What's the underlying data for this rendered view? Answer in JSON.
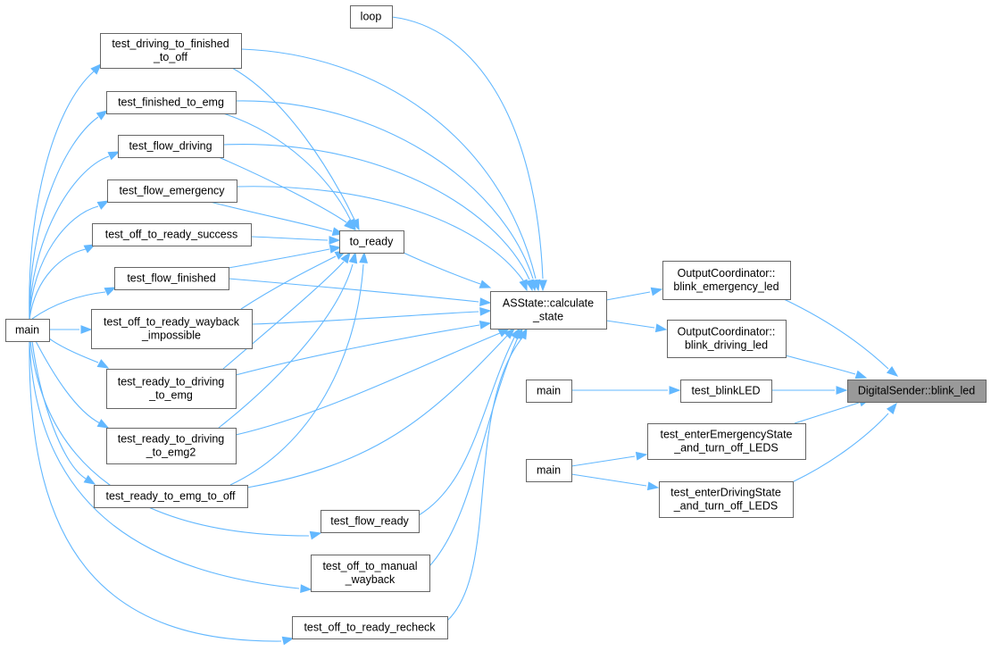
{
  "graph": {
    "root": "DigitalSender::blink_led",
    "colors": {
      "edge": "#63b8ff",
      "node_border": "#666666",
      "root_fill": "#999999",
      "node_fill": "#ffffff"
    },
    "nodes": [
      {
        "id": "loop",
        "lines": [
          "loop"
        ]
      },
      {
        "id": "t_drv_fin_off",
        "lines": [
          "test_driving_to_finished",
          "_to_off"
        ]
      },
      {
        "id": "t_fin_emg",
        "lines": [
          "test_finished_to_emg"
        ]
      },
      {
        "id": "t_flow_drv",
        "lines": [
          "test_flow_driving"
        ]
      },
      {
        "id": "t_flow_emg",
        "lines": [
          "test_flow_emergency"
        ]
      },
      {
        "id": "t_off_ready_succ",
        "lines": [
          "test_off_to_ready_success"
        ]
      },
      {
        "id": "to_ready",
        "lines": [
          "to_ready"
        ]
      },
      {
        "id": "t_flow_fin",
        "lines": [
          "test_flow_finished"
        ]
      },
      {
        "id": "main_left",
        "lines": [
          "main"
        ]
      },
      {
        "id": "t_off_ready_wb",
        "lines": [
          "test_off_to_ready_wayback",
          "_impossible"
        ]
      },
      {
        "id": "asstate",
        "lines": [
          "ASState::calculate",
          "_state"
        ]
      },
      {
        "id": "t_rdy_drv_emg",
        "lines": [
          "test_ready_to_driving",
          "_to_emg"
        ]
      },
      {
        "id": "t_rdy_drv_emg2",
        "lines": [
          "test_ready_to_driving",
          "_to_emg2"
        ]
      },
      {
        "id": "t_rdy_emg_off",
        "lines": [
          "test_ready_to_emg_to_off"
        ]
      },
      {
        "id": "t_flow_ready",
        "lines": [
          "test_flow_ready"
        ]
      },
      {
        "id": "t_off_manual_wb",
        "lines": [
          "test_off_to_manual",
          "_wayback"
        ]
      },
      {
        "id": "t_off_ready_recheck",
        "lines": [
          "test_off_to_ready_recheck"
        ]
      },
      {
        "id": "oc_emg",
        "lines": [
          "OutputCoordinator::",
          "blink_emergency_led"
        ]
      },
      {
        "id": "oc_drv",
        "lines": [
          "OutputCoordinator::",
          "blink_driving_led"
        ]
      },
      {
        "id": "main_mid1",
        "lines": [
          "main"
        ]
      },
      {
        "id": "t_blinkled",
        "lines": [
          "test_blinkLED"
        ]
      },
      {
        "id": "digital_sender",
        "lines": [
          "DigitalSender::blink_led"
        ],
        "root": true
      },
      {
        "id": "t_enter_emg",
        "lines": [
          "test_enterEmergencyState",
          "_and_turn_off_LEDS"
        ]
      },
      {
        "id": "main_mid2",
        "lines": [
          "main"
        ]
      },
      {
        "id": "t_enter_drv",
        "lines": [
          "test_enterDrivingState",
          "_and_turn_off_LEDS"
        ]
      }
    ],
    "edges": [
      {
        "from": "oc_emg",
        "to": "digital_sender"
      },
      {
        "from": "oc_drv",
        "to": "digital_sender"
      },
      {
        "from": "t_blinkled",
        "to": "digital_sender"
      },
      {
        "from": "t_enter_emg",
        "to": "digital_sender"
      },
      {
        "from": "t_enter_drv",
        "to": "digital_sender"
      },
      {
        "from": "asstate",
        "to": "oc_emg"
      },
      {
        "from": "asstate",
        "to": "oc_drv"
      },
      {
        "from": "main_mid1",
        "to": "t_blinkled"
      },
      {
        "from": "main_mid2",
        "to": "t_enter_emg"
      },
      {
        "from": "main_mid2",
        "to": "t_enter_drv"
      },
      {
        "from": "loop",
        "to": "asstate"
      },
      {
        "from": "to_ready",
        "to": "asstate"
      },
      {
        "from": "t_drv_fin_off",
        "to": "asstate"
      },
      {
        "from": "t_fin_emg",
        "to": "asstate"
      },
      {
        "from": "t_flow_drv",
        "to": "asstate"
      },
      {
        "from": "t_flow_emg",
        "to": "asstate"
      },
      {
        "from": "t_flow_fin",
        "to": "asstate"
      },
      {
        "from": "t_off_ready_wb",
        "to": "asstate"
      },
      {
        "from": "t_rdy_drv_emg",
        "to": "asstate"
      },
      {
        "from": "t_rdy_drv_emg2",
        "to": "asstate"
      },
      {
        "from": "t_rdy_emg_off",
        "to": "asstate"
      },
      {
        "from": "t_flow_ready",
        "to": "asstate"
      },
      {
        "from": "t_off_manual_wb",
        "to": "asstate"
      },
      {
        "from": "t_off_ready_recheck",
        "to": "asstate"
      },
      {
        "from": "t_drv_fin_off",
        "to": "to_ready"
      },
      {
        "from": "t_fin_emg",
        "to": "to_ready"
      },
      {
        "from": "t_flow_drv",
        "to": "to_ready"
      },
      {
        "from": "t_flow_emg",
        "to": "to_ready"
      },
      {
        "from": "t_off_ready_succ",
        "to": "to_ready"
      },
      {
        "from": "t_flow_fin",
        "to": "to_ready"
      },
      {
        "from": "t_off_ready_wb",
        "to": "to_ready"
      },
      {
        "from": "t_rdy_drv_emg",
        "to": "to_ready"
      },
      {
        "from": "t_rdy_drv_emg2",
        "to": "to_ready"
      },
      {
        "from": "t_rdy_emg_off",
        "to": "to_ready"
      },
      {
        "from": "main_left",
        "to": "t_drv_fin_off"
      },
      {
        "from": "main_left",
        "to": "t_fin_emg"
      },
      {
        "from": "main_left",
        "to": "t_flow_drv"
      },
      {
        "from": "main_left",
        "to": "t_flow_emg"
      },
      {
        "from": "main_left",
        "to": "t_off_ready_succ"
      },
      {
        "from": "main_left",
        "to": "t_flow_fin"
      },
      {
        "from": "main_left",
        "to": "t_off_ready_wb"
      },
      {
        "from": "main_left",
        "to": "t_rdy_drv_emg"
      },
      {
        "from": "main_left",
        "to": "t_rdy_drv_emg2"
      },
      {
        "from": "main_left",
        "to": "t_rdy_emg_off"
      },
      {
        "from": "main_left",
        "to": "t_flow_ready"
      },
      {
        "from": "main_left",
        "to": "t_off_manual_wb"
      },
      {
        "from": "main_left",
        "to": "t_off_ready_recheck"
      }
    ]
  }
}
